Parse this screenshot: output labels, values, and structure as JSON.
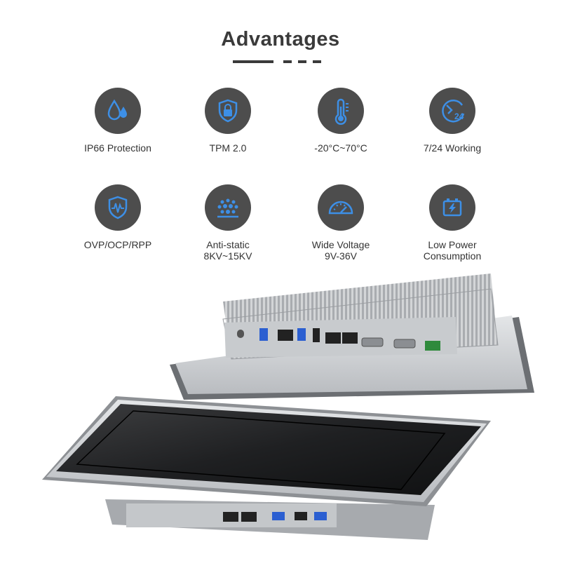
{
  "title": "Advantages",
  "colors": {
    "accent": "#3d8fe6",
    "icon_bg": "#4d4d4d",
    "title": "#3a3a3a"
  },
  "features": [
    {
      "label": "IP66 Protection",
      "icon": "water-drops-icon"
    },
    {
      "label": "TPM 2.0",
      "icon": "shield-lock-icon"
    },
    {
      "label": "-20°C~70°C",
      "icon": "thermometer-icon"
    },
    {
      "label": "7/24 Working",
      "icon": "clock-24-icon"
    },
    {
      "label": "OVP/OCP/RPP",
      "icon": "shield-wave-icon"
    },
    {
      "label": "Anti-static\n8KV~15KV",
      "icon": "static-dots-icon"
    },
    {
      "label": "Wide Voltage\n9V-36V",
      "icon": "gauge-icon"
    },
    {
      "label": "Low Power\nConsumption",
      "icon": "battery-bolt-icon"
    }
  ]
}
